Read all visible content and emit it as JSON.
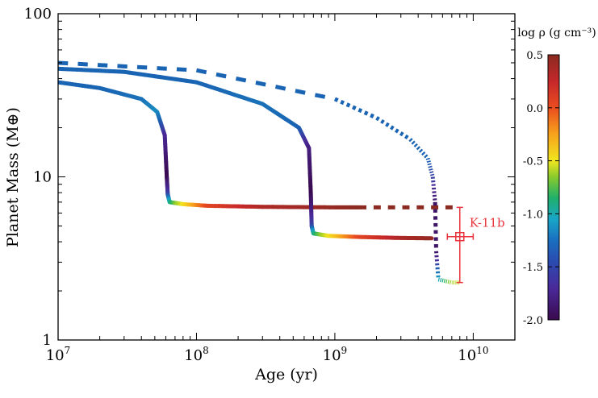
{
  "chart_data": {
    "type": "line",
    "title": "",
    "xlabel": "Age (yr)",
    "ylabel": "Planet Mass (M⊕)",
    "xscale": "log",
    "yscale": "log",
    "xlim": [
      10000000.0,
      20000000000.0
    ],
    "ylim": [
      1,
      100
    ],
    "x_ticks": [
      {
        "value": 10000000.0,
        "base": "10",
        "exp": "7"
      },
      {
        "value": 100000000.0,
        "base": "10",
        "exp": "8"
      },
      {
        "value": 1000000000.0,
        "base": "10",
        "exp": "9"
      },
      {
        "value": 10000000000.0,
        "base": "10",
        "exp": "10"
      }
    ],
    "y_ticks": [
      {
        "value": 1,
        "label": "1"
      },
      {
        "value": 10,
        "label": "10"
      },
      {
        "value": 100,
        "label": "100"
      }
    ],
    "colorbar": {
      "label": "log ρ (g cm⁻³)",
      "range": [
        -2.0,
        0.5
      ],
      "ticks": [
        {
          "value": 0.5,
          "label": "0.5"
        },
        {
          "value": 0.0,
          "label": "0.0"
        },
        {
          "value": -0.5,
          "label": "-0.5"
        },
        {
          "value": -1.0,
          "label": "-1.0"
        },
        {
          "value": -1.5,
          "label": "-1.5"
        },
        {
          "value": -2.0,
          "label": "-2.0"
        }
      ]
    },
    "series": [
      {
        "style": "solid",
        "points": [
          [
            10000000.0,
            38,
            -1.45
          ],
          [
            20000000.0,
            35,
            -1.45
          ],
          [
            40000000.0,
            30,
            -1.4
          ],
          [
            52000000.0,
            25,
            -1.3
          ],
          [
            59000000.0,
            18,
            -1.7
          ],
          [
            61000000.0,
            10,
            -2.0
          ],
          [
            62000000.0,
            7.8,
            -1.6
          ],
          [
            64000000.0,
            7.0,
            -1.1
          ],
          [
            80000000.0,
            6.8,
            -0.5
          ],
          [
            120000000.0,
            6.65,
            0.05
          ],
          [
            300000000.0,
            6.55,
            0.35
          ],
          [
            1000000000.0,
            6.5,
            0.45
          ],
          [
            1500000000.0,
            6.5,
            0.5
          ]
        ]
      },
      {
        "style": "dashed",
        "points": [
          [
            1500000000.0,
            6.5,
            0.5
          ],
          [
            8000000000.0,
            6.5,
            0.5
          ]
        ]
      },
      {
        "style": "solid",
        "points": [
          [
            10000000.0,
            46,
            -1.45
          ],
          [
            30000000.0,
            44,
            -1.45
          ],
          [
            100000000.0,
            38,
            -1.45
          ],
          [
            300000000.0,
            28,
            -1.4
          ],
          [
            550000000.0,
            20,
            -1.45
          ],
          [
            650000000.0,
            15,
            -1.8
          ],
          [
            670000000.0,
            8,
            -2.0
          ],
          [
            680000000.0,
            5.0,
            -1.6
          ],
          [
            700000000.0,
            4.5,
            -1.1
          ],
          [
            900000000.0,
            4.35,
            -0.5
          ],
          [
            1500000000.0,
            4.28,
            0.05
          ],
          [
            3000000000.0,
            4.22,
            0.35
          ],
          [
            5000000000.0,
            4.2,
            0.45
          ]
        ]
      },
      {
        "style": "dashed",
        "points": [
          [
            10000000.0,
            50,
            -1.45
          ],
          [
            100000000.0,
            45,
            -1.45
          ],
          [
            1000000000.0,
            30,
            -1.45
          ],
          [
            2000000000.0,
            23,
            -1.45
          ],
          [
            3500000000.0,
            17,
            -1.45
          ],
          [
            4700000000.0,
            13,
            -1.45
          ],
          [
            5100000000.0,
            10,
            -1.6
          ],
          [
            5300000000.0,
            7,
            -1.9
          ],
          [
            5400000000.0,
            3.5,
            -1.9
          ],
          [
            5600000000.0,
            2.35,
            -1.2
          ],
          [
            7000000000.0,
            2.25,
            -0.7
          ],
          [
            8000000000.0,
            2.25,
            -0.6
          ]
        ]
      }
    ],
    "annotation": {
      "label": "K-11b",
      "x": 8000000000.0,
      "y": 4.3,
      "xerr": [
        6500000000.0,
        10000000000.0
      ],
      "yerr": [
        2.25,
        6.5
      ],
      "color": "#e8343c"
    }
  }
}
